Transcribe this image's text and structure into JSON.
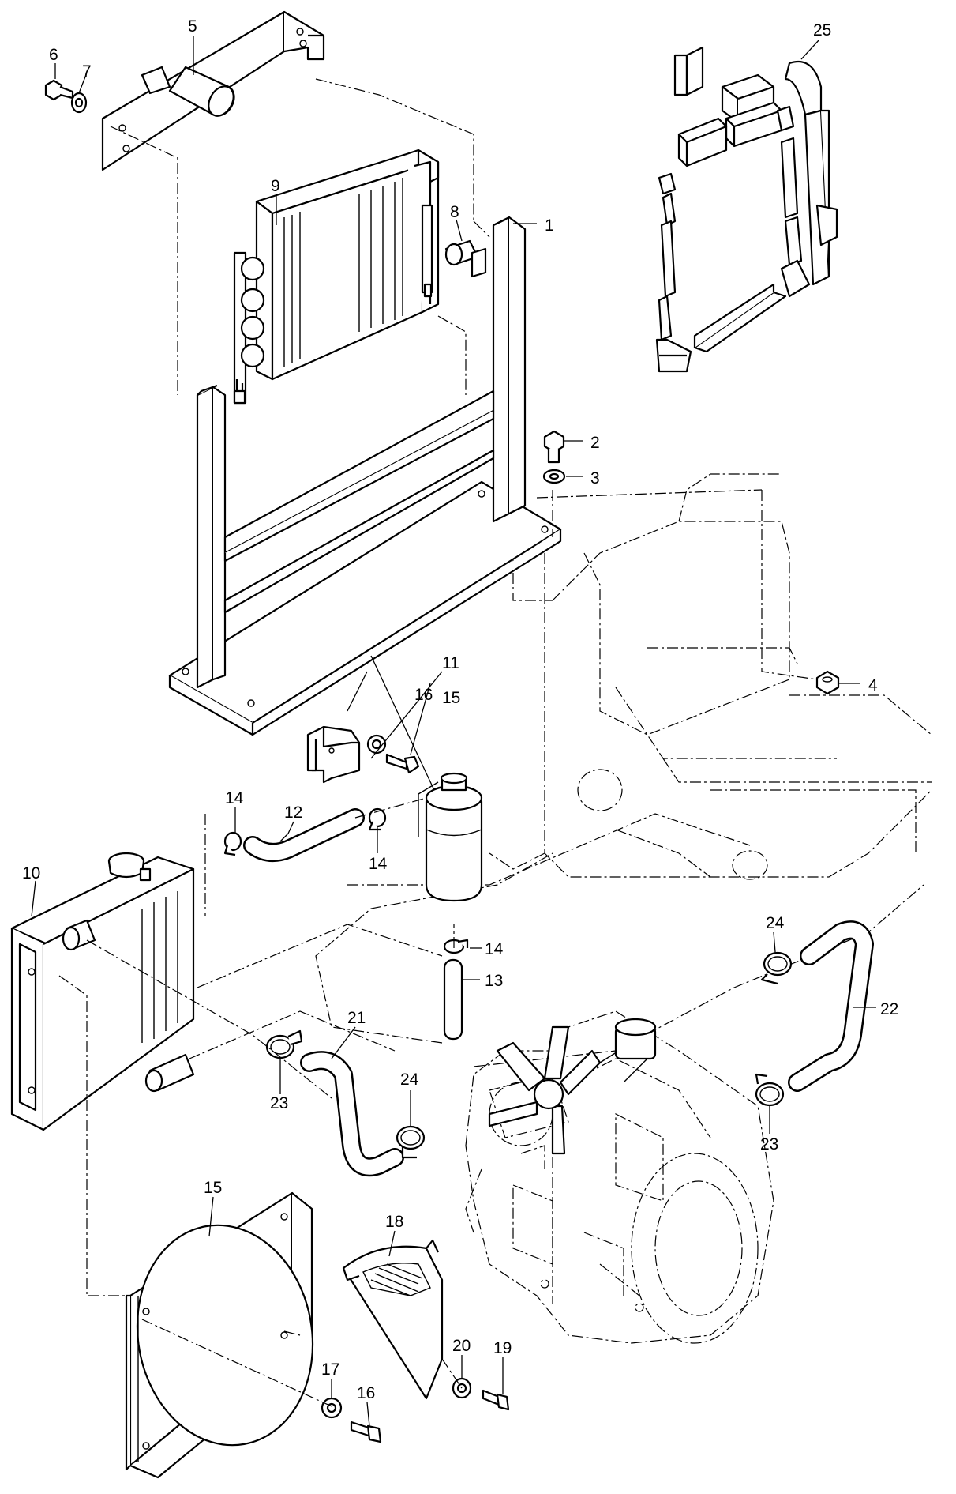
{
  "figure": {
    "callouts": [
      {
        "id": "label-1",
        "text": "1"
      },
      {
        "id": "label-2",
        "text": "2"
      },
      {
        "id": "label-3",
        "text": "3"
      },
      {
        "id": "label-4",
        "text": "4"
      },
      {
        "id": "label-5",
        "text": "5"
      },
      {
        "id": "label-6",
        "text": "6"
      },
      {
        "id": "label-7",
        "text": "7"
      },
      {
        "id": "label-8",
        "text": "8"
      },
      {
        "id": "label-9",
        "text": "9"
      },
      {
        "id": "label-10",
        "text": "10"
      },
      {
        "id": "label-11",
        "text": "11"
      },
      {
        "id": "label-12",
        "text": "12"
      },
      {
        "id": "label-13",
        "text": "13"
      },
      {
        "id": "label-14a",
        "text": "14"
      },
      {
        "id": "label-14b",
        "text": "14"
      },
      {
        "id": "label-14c",
        "text": "14"
      },
      {
        "id": "label-15a",
        "text": "15"
      },
      {
        "id": "label-15b",
        "text": "15"
      },
      {
        "id": "label-16a",
        "text": "16"
      },
      {
        "id": "label-16b",
        "text": "16"
      },
      {
        "id": "label-17",
        "text": "17"
      },
      {
        "id": "label-18",
        "text": "18"
      },
      {
        "id": "label-19",
        "text": "19"
      },
      {
        "id": "label-20",
        "text": "20"
      },
      {
        "id": "label-21",
        "text": "21"
      },
      {
        "id": "label-22",
        "text": "22"
      },
      {
        "id": "label-23a",
        "text": "23"
      },
      {
        "id": "label-23b",
        "text": "23"
      },
      {
        "id": "label-24a",
        "text": "24"
      },
      {
        "id": "label-24b",
        "text": "24"
      },
      {
        "id": "label-25",
        "text": "25"
      }
    ]
  }
}
